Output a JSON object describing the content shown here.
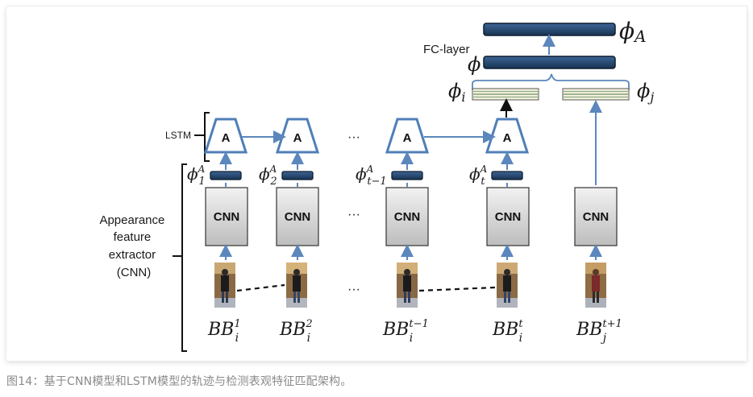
{
  "diagram": {
    "fc_layer_label": "FC-layer",
    "lstm_label": "LSTM",
    "lstm_cell_label": "A",
    "cnn_label": "CNN",
    "ellipsis": "···",
    "extractor_label": {
      "line1": "Appearance",
      "line2": "feature",
      "line3": "extractor",
      "line4": "(CNN)"
    },
    "phi_A": {
      "base": "ϕ",
      "sub": "A"
    },
    "phi": {
      "base": "ϕ"
    },
    "phi_i": {
      "base": "ϕ",
      "sub": "i"
    },
    "phi_j": {
      "base": "ϕ",
      "sub": "j"
    },
    "features": [
      {
        "base": "ϕ",
        "sup": "A",
        "sub": "1"
      },
      {
        "base": "ϕ",
        "sup": "A",
        "sub": "2"
      },
      {
        "base": "ϕ",
        "sup": "A",
        "sub": "t−1"
      },
      {
        "base": "ϕ",
        "sup": "A",
        "sub": "t"
      }
    ],
    "boxes": [
      {
        "base": "BB",
        "sup": "1",
        "sub": "i"
      },
      {
        "base": "BB",
        "sup": "2",
        "sub": "i"
      },
      {
        "base": "BB",
        "sup": "t−1",
        "sub": "i"
      },
      {
        "base": "BB",
        "sup": "t",
        "sub": "i"
      },
      {
        "base": "BB",
        "sup": "t+1",
        "sub": "j"
      }
    ],
    "colors": {
      "dark_blue": "#1f3f66",
      "mid_blue": "#4f7fb8",
      "arrow_blue": "#5b87bd",
      "cnn_fill_top": "#f2f2f2",
      "cnn_fill_bottom": "#bdbdbd"
    }
  },
  "caption": "图14：基于CNN模型和LSTM模型的轨迹与检测表观特征匹配架构。"
}
